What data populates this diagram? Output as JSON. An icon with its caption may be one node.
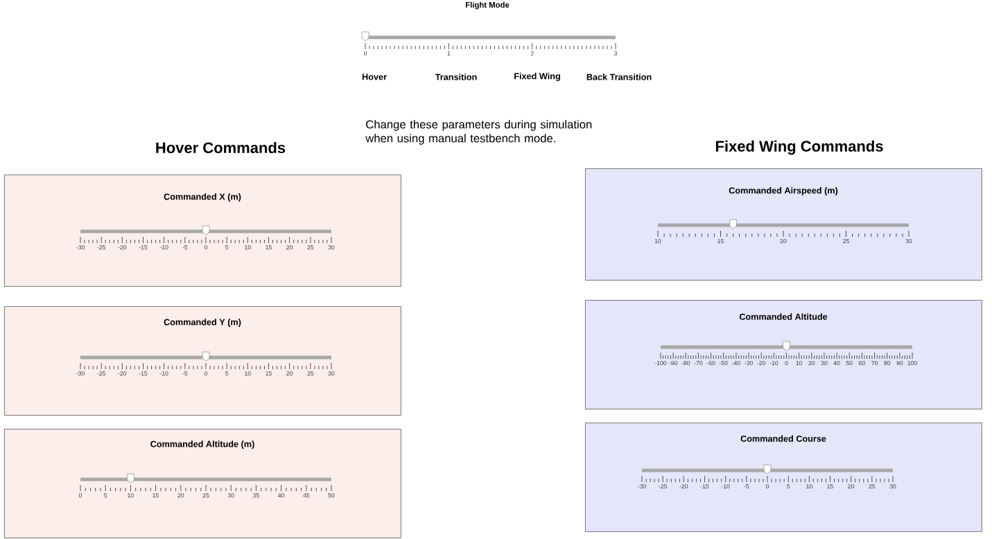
{
  "diagram": {
    "nodes": [
      {
        "text": [
          "Commanded X (m)"
        ]
      },
      {
        "text": [
          "Commanded Y (m)"
        ]
      },
      {
        "text": [
          "Commanded Altitude (m)"
        ]
      },
      {
        "text": [
          "Commanded Airspeed (m)"
        ]
      },
      {
        "text": [
          "Commanded Altitude"
        ]
      },
      {
        "text": [
          "Commanded Course"
        ]
      }
    ],
    "labels": [
      "Flight Mode",
      "0",
      "1",
      "2",
      "3",
      "Hover",
      "Transition",
      "Fixed Wing",
      "Back Transition",
      "Change these parameters during simulation when using manual testbench mode.",
      "Hover Commands",
      "Fixed Wing Commands",
      "-30",
      "-25",
      "-20",
      "-15",
      "-10",
      "-5",
      "0",
      "5",
      "10",
      "15",
      "20",
      "25",
      "30",
      "-30",
      "-25",
      "-20",
      "-15",
      "-10",
      "-5",
      "0",
      "5",
      "10",
      "15",
      "20",
      "25",
      "30",
      "0",
      "5",
      "10",
      "15",
      "20",
      "25",
      "30",
      "35",
      "40",
      "45",
      "50",
      "10",
      "15",
      "20",
      "25",
      "30",
      "-100",
      "-90",
      "-80",
      "-70",
      "-60",
      "-50",
      "-40",
      "-30",
      "-20",
      "-10",
      "0",
      "10",
      "20",
      "30",
      "40",
      "50",
      "60",
      "70",
      "80",
      "90",
      "100",
      "-30",
      "-25",
      "-20",
      "-15",
      "-10",
      "-5",
      "0",
      "5",
      "10",
      "15",
      "20",
      "25",
      "30"
    ]
  }
}
